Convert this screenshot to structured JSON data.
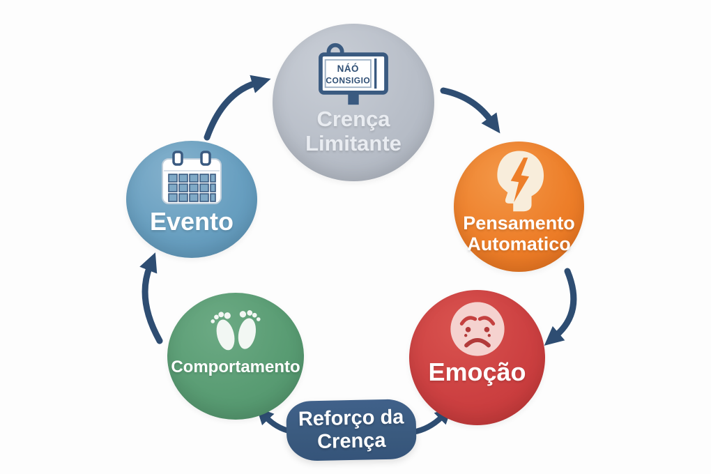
{
  "nodes": {
    "crenca": {
      "line1": "Crença",
      "line2": "Limitante",
      "color": "#b8bec8",
      "icon": "sign-icon",
      "sign": {
        "line1": "NÁÓ",
        "line2": "CONSIGIO"
      }
    },
    "pensamento": {
      "line1": "Pensamento",
      "line2": "Automatico",
      "color": "#ed7e29",
      "icon": "head-lightning-icon"
    },
    "emocao": {
      "label": "Emoção",
      "color": "#cc4041",
      "icon": "sad-face-icon"
    },
    "comportamento": {
      "label": "Comportamento",
      "color": "#599c73",
      "icon": "footprints-icon"
    },
    "evento": {
      "label": "Evento",
      "color": "#689fc0",
      "icon": "calendar-icon"
    }
  },
  "banner": {
    "line1": "Reforço da",
    "line2": "Crença",
    "color": "#3a5a7e"
  },
  "arrows": {
    "color": "#2e4d72",
    "items": [
      "evento-to-crenca",
      "crenca-to-pensamento",
      "pensamento-to-emocao",
      "comportamento-to-evento",
      "banner-to-comportamento",
      "banner-to-emocao"
    ]
  },
  "background": "#fdfdfd"
}
